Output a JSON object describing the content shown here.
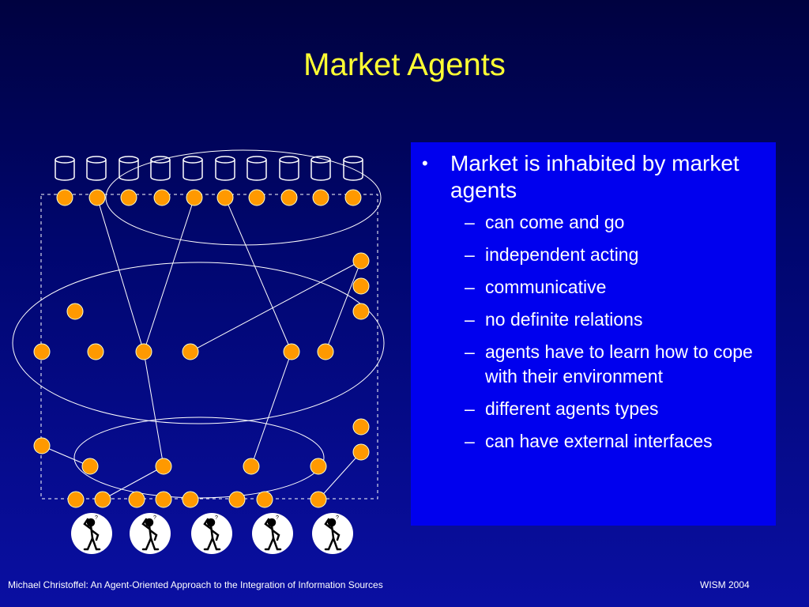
{
  "slide": {
    "title": "Market Agents",
    "bullet": "Market is inhabited by market agents",
    "sub_items": [
      "can come and go",
      "independent acting",
      "communicative",
      "no definite relations",
      "agents have to learn how to cope with their environment",
      "different agents types",
      "can have external interfaces"
    ],
    "bullet_marker": "•",
    "sub_marker": "–"
  },
  "footer": {
    "left": "Michael Christoffel: An Agent-Oriented Approach to the Integration of Information Sources",
    "right": "WISM 2004"
  },
  "colors": {
    "title": "#ffff33",
    "panel": "#0000ee",
    "node": "#ff9900",
    "node_outline": "#ffffcc"
  },
  "icons": {
    "database": "database-cylinder-icon",
    "agent": "user-figure-icon"
  }
}
